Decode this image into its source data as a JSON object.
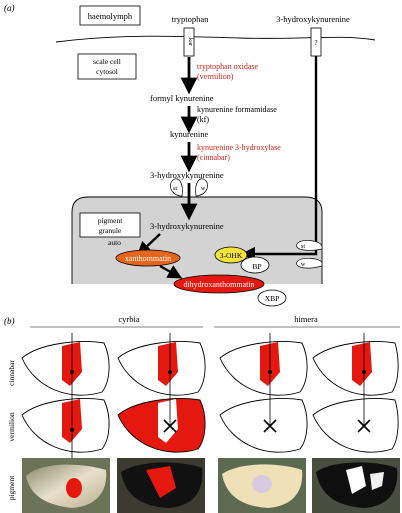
{
  "panel_a": {
    "label": "(a)",
    "haemolymph": "haemolymph",
    "cytosol_line1": "scale cell",
    "cytosol_line2": "cytosol",
    "tryptophan": "tryptophan",
    "hk_top": "3-hydroxykynurenine",
    "kar": "kar",
    "unknown": "?",
    "enzyme1_line1": "tryptophan oxidase",
    "enzyme1_line2": "(vermilion)",
    "formyl": "formyl kynurenine",
    "enzyme2_line1": "kynurenine formamidase",
    "enzyme2_line2": "(kf)",
    "kynurenine": "kynurenine",
    "enzyme3_line1": "kynurenine 3-hydroxylase",
    "enzyme3_line2": "(cinnabar)",
    "hk_mid": "3-hydroxykynurenine",
    "st": "st",
    "w": "w",
    "granule_line1": "pigment",
    "granule_line2": "granule",
    "hk_in": "3-hydroxykynurenine",
    "auto": "auto",
    "xanthommatin": "xanthommatin",
    "dihydro": "dihydroxanthommatin",
    "xbp": "XBP",
    "ohk": "3-OHK",
    "bp": "BP",
    "colors": {
      "red_text": "#d8241b",
      "orange": "#e8641a",
      "red_fill": "#e5180f",
      "yellow": "#f2e43a",
      "granule": "#d3d3d3"
    }
  },
  "panel_b": {
    "label": "(b)",
    "group1": "cyrbia",
    "group2": "himera",
    "row1": "cinnabar",
    "row2": "vermilion",
    "row3": "pigment"
  }
}
